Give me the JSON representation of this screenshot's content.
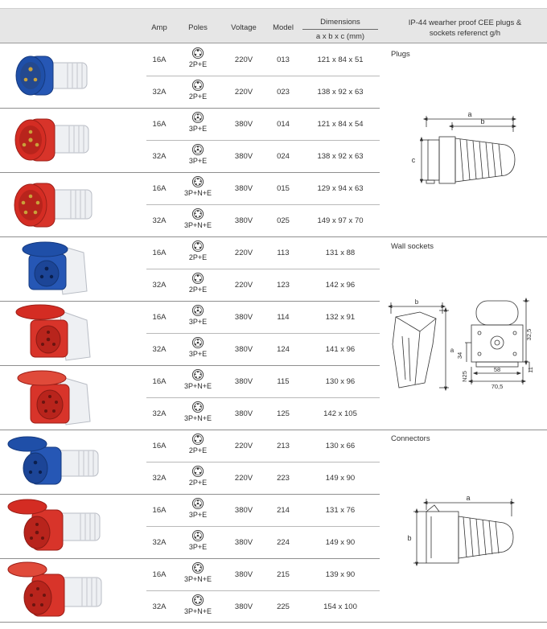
{
  "header": {
    "amp": "Amp",
    "poles": "Poles",
    "voltage": "Voltage",
    "model": "Model",
    "dimensions": "Dimensions",
    "dimensions_sub": "a x b x c (mm)",
    "ip_line1": "IP-44 wearher proof CEE plugs &",
    "ip_line2": "sockets referenct g/h"
  },
  "sections": [
    {
      "label": "Plugs"
    },
    {
      "label": "Wall sockets"
    },
    {
      "label": "Connectors"
    }
  ],
  "colors": {
    "blue": "#1f4fa8",
    "red": "#d42c23",
    "header_bg": "#e6e6e6"
  },
  "drawing_labels": {
    "plug_a": "a",
    "plug_b": "b",
    "plug_c": "c",
    "wall_b": "b",
    "wall_a": "a",
    "wall_32_5": "32,5",
    "wall_34": "34",
    "wall_n25": "N25",
    "wall_58": "58",
    "wall_70_5": "70,5",
    "wall_11": "11",
    "conn_a": "a",
    "conn_b": "b"
  },
  "rows": [
    {
      "amp": "16A",
      "poles": "2P+E",
      "voltage": "220V",
      "model": "013",
      "dims": "121 x 84 x 51"
    },
    {
      "amp": "32A",
      "poles": "2P+E",
      "voltage": "220V",
      "model": "023",
      "dims": "138 x 92 x 63"
    },
    {
      "amp": "16A",
      "poles": "3P+E",
      "voltage": "380V",
      "model": "014",
      "dims": "121 x 84 x 54"
    },
    {
      "amp": "32A",
      "poles": "3P+E",
      "voltage": "380V",
      "model": "024",
      "dims": "138 x 92 x 63"
    },
    {
      "amp": "16A",
      "poles": "3P+N+E",
      "voltage": "380V",
      "model": "015",
      "dims": "129 x 94 x 63"
    },
    {
      "amp": "32A",
      "poles": "3P+N+E",
      "voltage": "380V",
      "model": "025",
      "dims": "149 x 97 x 70"
    },
    {
      "amp": "16A",
      "poles": "2P+E",
      "voltage": "220V",
      "model": "113",
      "dims": "131 x 88"
    },
    {
      "amp": "32A",
      "poles": "2P+E",
      "voltage": "220V",
      "model": "123",
      "dims": "142 x 96"
    },
    {
      "amp": "16A",
      "poles": "3P+E",
      "voltage": "380V",
      "model": "114",
      "dims": "132 x 91"
    },
    {
      "amp": "32A",
      "poles": "3P+E",
      "voltage": "380V",
      "model": "124",
      "dims": "141 x 96"
    },
    {
      "amp": "16A",
      "poles": "3P+N+E",
      "voltage": "380V",
      "model": "115",
      "dims": "130 x 96"
    },
    {
      "amp": "32A",
      "poles": "3P+N+E",
      "voltage": "380V",
      "model": "125",
      "dims": "142 x 105"
    },
    {
      "amp": "16A",
      "poles": "2P+E",
      "voltage": "220V",
      "model": "213",
      "dims": "130 x 66"
    },
    {
      "amp": "32A",
      "poles": "2P+E",
      "voltage": "220V",
      "model": "223",
      "dims": "149 x 90"
    },
    {
      "amp": "16A",
      "poles": "3P+E",
      "voltage": "380V",
      "model": "214",
      "dims": "131 x 76"
    },
    {
      "amp": "32A",
      "poles": "3P+E",
      "voltage": "380V",
      "model": "224",
      "dims": "149 x 90"
    },
    {
      "amp": "16A",
      "poles": "3P+N+E",
      "voltage": "380V",
      "model": "215",
      "dims": "139 x 90"
    },
    {
      "amp": "32A",
      "poles": "3P+N+E",
      "voltage": "380V",
      "model": "225",
      "dims": "154 x 100"
    }
  ]
}
